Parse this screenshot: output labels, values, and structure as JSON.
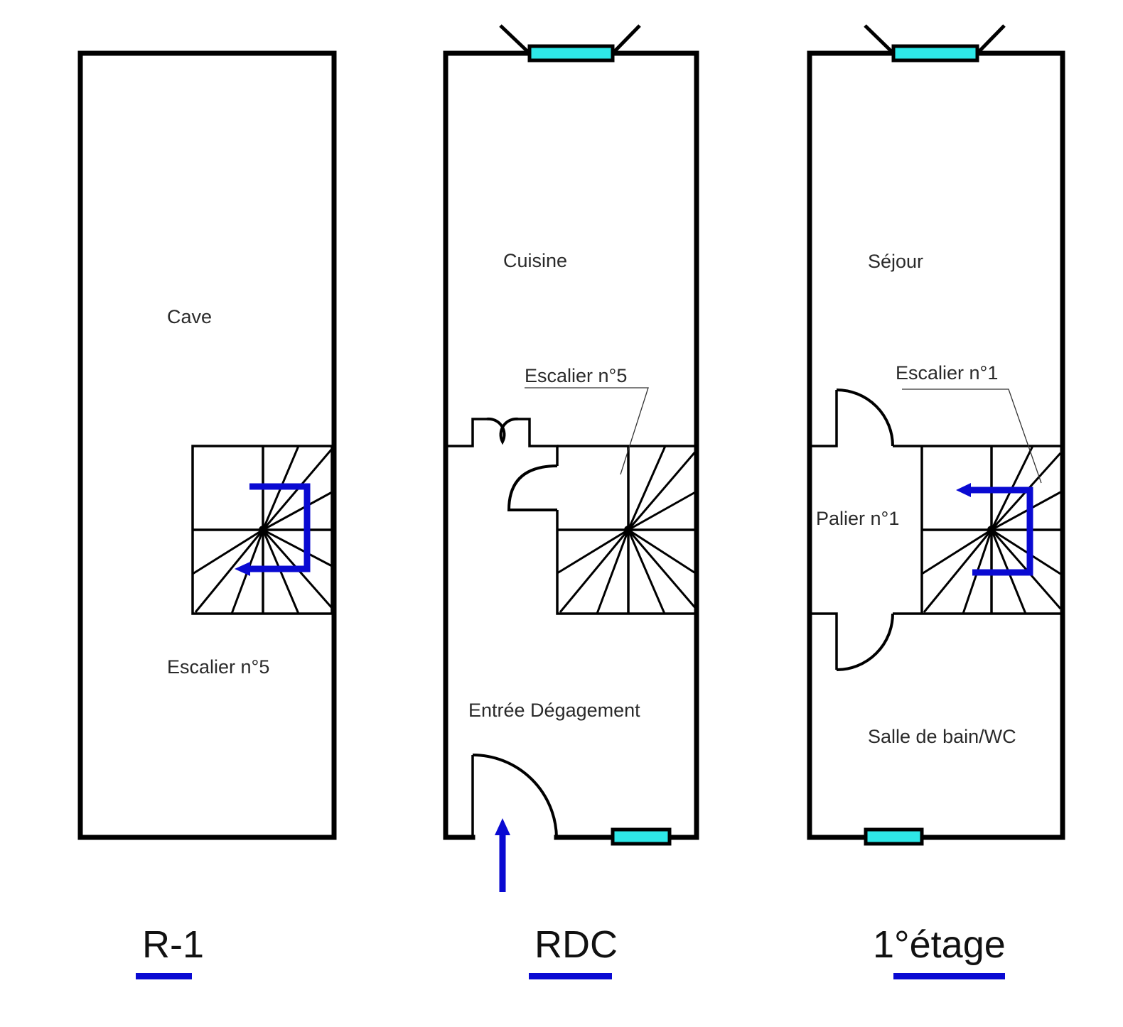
{
  "diagram": {
    "type": "floor-plan",
    "colors": {
      "wall": "#000000",
      "window": "#2ee8e8",
      "arrow": "#0a0ad2",
      "text": "#2a2a2a"
    },
    "floors": [
      {
        "id": "r-1",
        "label": "R-1",
        "rooms": [
          {
            "name": "Cave"
          },
          {
            "name": "Escalier n°5"
          }
        ]
      },
      {
        "id": "rdc",
        "label": "RDC",
        "rooms": [
          {
            "name": "Cuisine"
          },
          {
            "name": "Escalier n°5"
          },
          {
            "name": "Entrée Dégagement"
          }
        ]
      },
      {
        "id": "etage-1",
        "label": "1°étage",
        "rooms": [
          {
            "name": "Séjour"
          },
          {
            "name": "Escalier n°1"
          },
          {
            "name": "Palier n°1"
          },
          {
            "name": "Salle de bain/WC"
          }
        ]
      }
    ]
  }
}
